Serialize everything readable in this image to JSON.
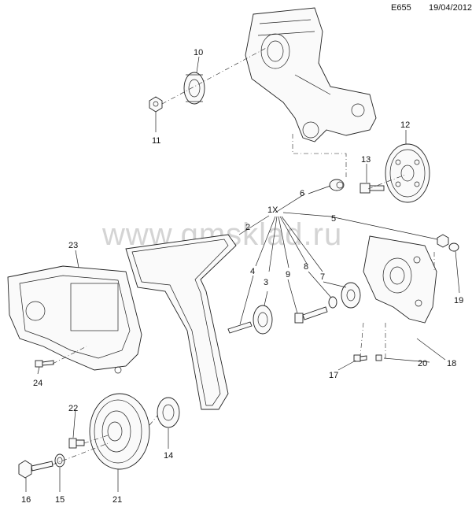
{
  "header": {
    "code": "E655",
    "date": "19/04/2012"
  },
  "watermark": "www.gmsklad.ru",
  "callouts": {
    "c1x": "1X",
    "c2": "2",
    "c3": "3",
    "c4": "4",
    "c5": "5",
    "c6": "6",
    "c7": "7",
    "c8": "8",
    "c9": "9",
    "c10": "10",
    "c11": "11",
    "c12": "12",
    "c13": "13",
    "c14": "14",
    "c15": "15",
    "c16": "16",
    "c17": "17",
    "c18": "18",
    "c19": "19",
    "c20": "20",
    "c21": "21",
    "c22": "22",
    "c23": "23",
    "c24": "24"
  }
}
